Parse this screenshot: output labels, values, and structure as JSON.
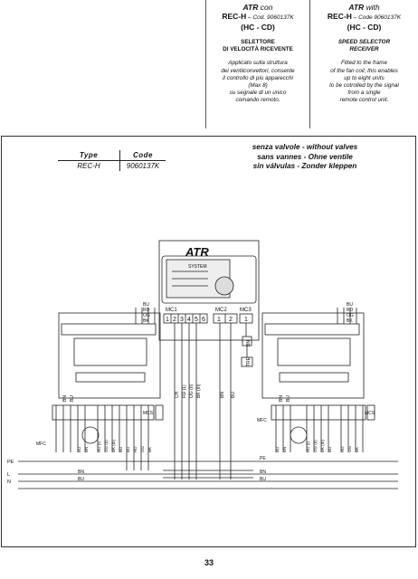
{
  "columns": [
    {
      "product": "ATR",
      "product_suffix": " con",
      "model": "REC-H",
      "code_text": " – Cod. 9060137K",
      "remote_label": "(HC - CD)",
      "subtitle_line1": "SELETTORE",
      "subtitle_line2": "DI VELOCITÀ RICEVENTE",
      "description": [
        "Applicato sulla struttura",
        "dei ventilconvettori, consente",
        "il controllo di più apparecchi",
        "(Max 8)",
        "su segnale di un unico",
        "comando remoto."
      ]
    },
    {
      "product": "ATR",
      "product_suffix": " with",
      "model": "REC-H",
      "code_text": " – Code 9060137K",
      "remote_label": "(HC - CD)",
      "subtitle_line1": "SPEED SELECTOR",
      "subtitle_line2": "RECEIVER",
      "description": [
        "Fitted to the frame",
        "of the fan coil, this enables",
        "up to eight units",
        "to be cotrolled by the signal",
        "from a single",
        "remote control unit."
      ]
    }
  ],
  "type_table": {
    "header_type": "Type",
    "header_code": "Code",
    "row_type": "REC-H",
    "row_code": "9060137K"
  },
  "language_lines": [
    "senza valvole - without valves",
    "sans vannes - Ohne ventile",
    "sin válvulas - Zonder kleppen"
  ],
  "diagram": {
    "atr_label": "ATR",
    "brand": "SYSTEM",
    "connectors": {
      "mc1": "MC1",
      "mc1_pins": [
        "1",
        "2",
        "3",
        "4",
        "5",
        "6"
      ],
      "mc2": "MC2",
      "mc2_pins": [
        "1",
        "2"
      ],
      "mc3": "MC3",
      "mc3_pins": [
        "1"
      ]
    },
    "atr_wires": [
      "CH",
      "RD (1)",
      "OG (II)",
      "BK (III)",
      "BN",
      "BU",
      "BN"
    ],
    "tr": "TRE",
    "left_unit": {
      "mcs": "MCS",
      "mfc": "MFC",
      "top_wires": [
        "BU",
        "RD",
        "OG",
        "BK"
      ],
      "side_wires": [
        "BN",
        "BU"
      ],
      "bottom_wires": [
        "BU",
        "BN",
        "RD (I)",
        "OG (II)",
        "BK (III)",
        "BU",
        "BU",
        "RD",
        "OG",
        "BK"
      ],
      "bus_labels": [
        "BN",
        "BU"
      ]
    },
    "right_unit": {
      "mcs": "MCS",
      "mfc": "MFC",
      "top_wires": [
        "BU",
        "RD",
        "OG",
        "BK"
      ],
      "side_wires": [
        "BN",
        "BU"
      ],
      "bottom_wires": [
        "BU",
        "BN",
        "RD (I)",
        "OG (II)",
        "BK (III)",
        "BU",
        "RD",
        "OG",
        "BK"
      ],
      "bus_labels": [
        "BN",
        "BU"
      ]
    },
    "mains": [
      "PE",
      "L",
      "N"
    ],
    "pe_right": "PE"
  },
  "page_number": "33"
}
